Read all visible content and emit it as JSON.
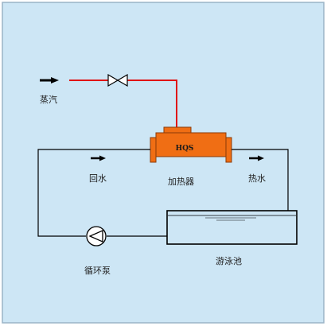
{
  "colors": {
    "background": "#cde6f5",
    "border": "#9ab3c6",
    "pipe": "#000000",
    "steam_pipe": "#e01010",
    "heater": "#f06e14",
    "heater_outline": "#8a3b08"
  },
  "icons": [
    "steam-arrow-icon",
    "gate-valve-icon",
    "flow-arrow-icon",
    "pump-icon",
    "pool-tank-icon"
  ],
  "labels": {
    "steam": "蒸汽",
    "heater_tag": "HQS",
    "heater": "加热器",
    "return_water": "回水",
    "hot_water": "热水",
    "pump": "循环泵",
    "pool": "游泳池"
  }
}
